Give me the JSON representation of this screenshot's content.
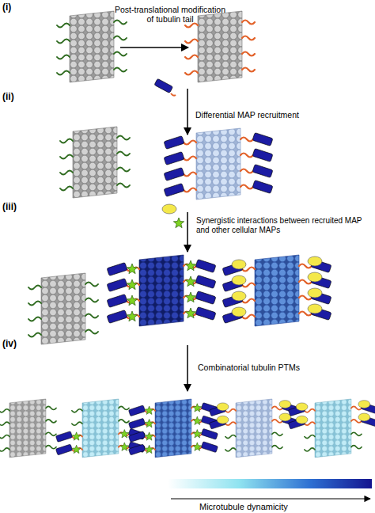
{
  "diagram": {
    "labels": [
      "(i)",
      "Post-translational modification of tubulin tail",
      "(ii)",
      "Differential MAP recruitment",
      "(iii)",
      "Synergistic interactions between recruited MAP and other cellular MAPs",
      "(iv)",
      "Combinatorial tubulin PTMs",
      "Microtubule dynamicity"
    ]
  }
}
